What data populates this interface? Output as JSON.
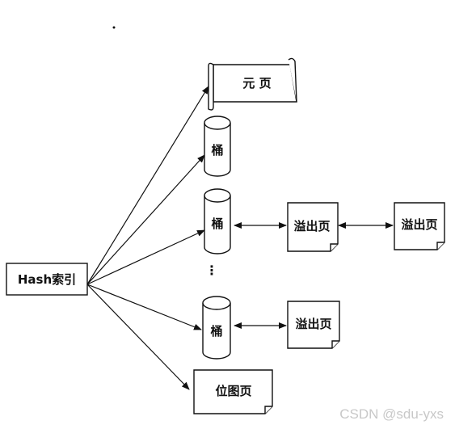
{
  "nodes": {
    "hash_index": "Hash索引",
    "meta_page": "元 页",
    "bucket_1": "桶",
    "bucket_2": "桶",
    "bucket_3": "桶",
    "overflow_1": "溢出页",
    "overflow_2": "溢出页",
    "overflow_3": "溢出页",
    "bitmap_page": "位图页",
    "ellipsis": "⋮"
  },
  "watermark": "CSDN @sdu-yxs",
  "colors": {
    "line": "#111111",
    "background": "#ffffff",
    "watermark": "#c8c8c8"
  }
}
